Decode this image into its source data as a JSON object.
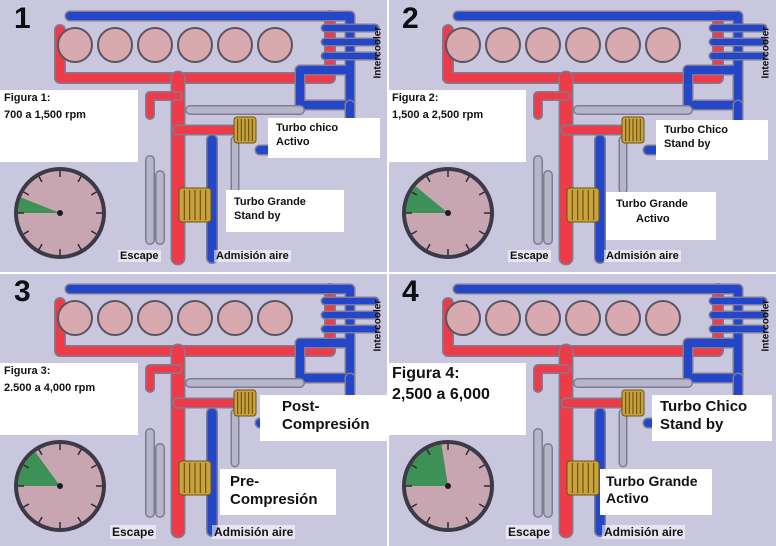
{
  "panels": [
    {
      "number": "1",
      "figure_lines": [
        "Figura 1:",
        "700 a 1,500 rpm"
      ],
      "label_small": [
        "Turbo chico",
        "Activo"
      ],
      "label_large": [
        "Turbo Grande",
        "Stand by"
      ],
      "intercooler": "Intercooler",
      "escape": "Escape",
      "admision": "Admisión aire",
      "gauge_fill_fraction": 0.12
    },
    {
      "number": "2",
      "figure_lines": [
        "Figura 2:",
        "1,500 a 2,500 rpm"
      ],
      "label_small": [
        "Turbo Chico",
        "Stand by"
      ],
      "label_large": [
        "Turbo Grande",
        "Activo"
      ],
      "intercooler": "Intercooler",
      "escape": "Escape",
      "admision": "Admisión aire",
      "gauge_fill_fraction": 0.22
    },
    {
      "number": "3",
      "figure_lines": [
        "Figura 3:",
        "2.500 a 4,000 rpm"
      ],
      "label_small": [
        "Post-",
        "Compresión"
      ],
      "label_large": [
        "Pre-",
        "Compresión"
      ],
      "intercooler": "Intercooler",
      "escape": "Escape",
      "admision": "Admisión aire",
      "gauge_fill_fraction": 0.3
    },
    {
      "number": "4",
      "figure_lines": [
        "Figura 4:",
        "2,500 a 6,000"
      ],
      "label_small": [
        "Turbo Chico",
        "Stand by"
      ],
      "label_large": [
        "Turbo Grande",
        "Activo"
      ],
      "intercooler": "Intercooler",
      "escape": "Escape",
      "admision": "Admisión aire",
      "gauge_fill_fraction": 0.45
    }
  ],
  "colors": {
    "background": "#c9c7de",
    "exhaust_red": "#ee3b48",
    "intake_blue": "#2347c8",
    "gray_pipe": "#b7b6c8",
    "cylinder": "#d9a9b0",
    "turbo_gold": "#c9a23c",
    "gauge_face": "#c8a6b1",
    "gauge_green": "#2f8f4c"
  }
}
